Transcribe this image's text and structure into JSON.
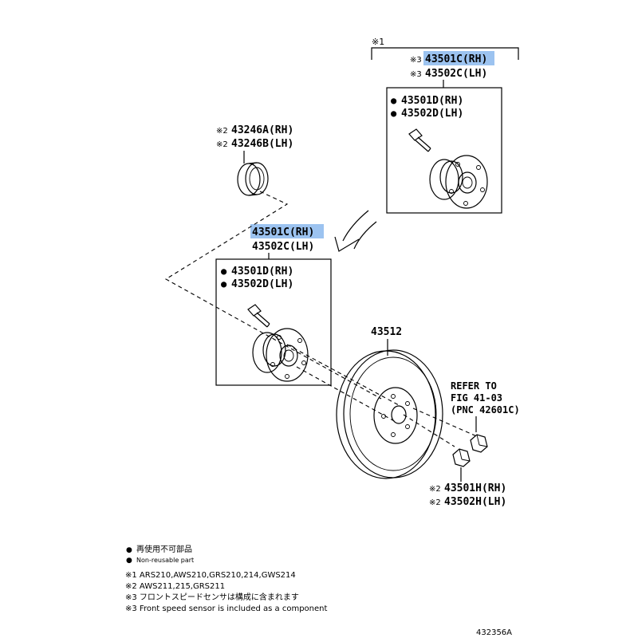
{
  "group_note_marker": "※1",
  "top_group": {
    "main_rh": {
      "mark": "※3",
      "code": "43501C(RH)"
    },
    "main_lh": {
      "mark": "※3",
      "code": "43502C(LH)"
    },
    "sub_rh": "43501D(RH)",
    "sub_lh": "43502D(LH)"
  },
  "seal": {
    "rh": {
      "mark": "※2",
      "code": "43246A(RH)"
    },
    "lh": {
      "mark": "※2",
      "code": "43246B(LH)"
    }
  },
  "mid_group": {
    "main_rh": "43501C(RH)",
    "main_lh": "43502C(LH)",
    "sub_rh": "43501D(RH)",
    "sub_lh": "43502D(LH)"
  },
  "disc": {
    "code": "43512"
  },
  "refer": {
    "line1": "REFER TO",
    "line2": "FIG 41-03",
    "line3": "(PNC 42601C)"
  },
  "nut": {
    "rh": {
      "mark": "※2",
      "code": "43501H(RH)"
    },
    "lh": {
      "mark": "※2",
      "code": "43502H(LH)"
    }
  },
  "legend": {
    "bullet": "●",
    "jp": "再使用不可部品",
    "en": "Non-reusable part"
  },
  "notes": {
    "n1": "※1 ARS210,AWS210,GRS210,214,GWS214",
    "n2": "※2 AWS211,215,GRS211",
    "n3_jp": "※3 フロントスピードセンサは構成に含まれます",
    "n3_en": "※3 Front speed sensor is included as a component"
  },
  "figure_id": "432356A",
  "highlight_color": "#9cc3f0"
}
